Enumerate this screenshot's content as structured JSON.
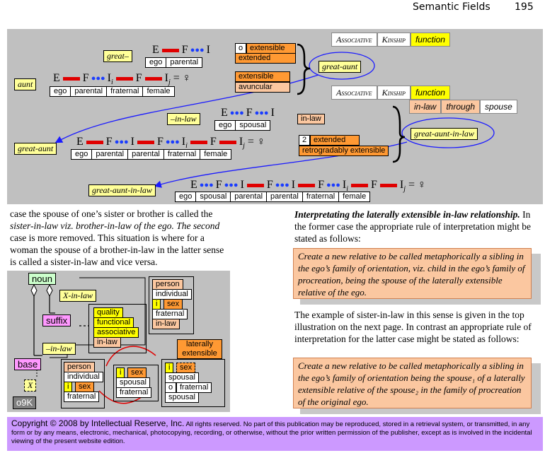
{
  "header": {
    "title": "Semantic Fields",
    "page": "195"
  },
  "diagram1": {
    "great_minus": "great–",
    "chain1": {
      "pre": "E",
      "mid": "F",
      "post": "I"
    },
    "chain1_roles": [
      "ego",
      "parental"
    ],
    "chain1_tags": {
      "o": "o",
      "extensible": "extensible",
      "extended": "extended"
    },
    "aunt": "aunt",
    "chain2": {
      "e": "E",
      "f": "F",
      "i": "I",
      "sub_i": "i",
      "f2": "F",
      "sub_j": "j",
      "eq": "= ♀"
    },
    "chain2_roles": [
      "ego",
      "parental",
      "fraternal",
      "female"
    ],
    "chain2_tags": {
      "extensible": "extensible",
      "avuncular": "avuncular"
    },
    "assoc1": [
      "Associative",
      "Kinship",
      "function"
    ],
    "great_aunt_oval": "great-aunt",
    "assoc2": [
      "Associative",
      "Kinship",
      "function"
    ],
    "inlaw_row": [
      "in-law",
      "through",
      "spouse"
    ],
    "in_law_label": "–in-law",
    "chain3_roles": [
      "ego",
      "spousal"
    ],
    "chain3_tag": "in-law",
    "great_aunt_label": "great-aunt",
    "chain4_roles": [
      "ego",
      "parental",
      "parental",
      "fraternal",
      "female"
    ],
    "chain4_tags": {
      "n": "2",
      "extended": "extended",
      "retro": "retrogradably extensible"
    },
    "gail_oval": "great-aunt-in-law",
    "gail_label": "great-aunt-in-law",
    "chain5_roles": [
      "ego",
      "spousal",
      "parental",
      "parental",
      "fraternal",
      "female"
    ]
  },
  "left_text": [
    "case the spouse of one’s sister or brother is called the",
    "sister-in-law viz. brother-in-law of the ego.  The second",
    "case is more removed.  This situation is where for a",
    "woman the spouse of a brother-in-law in the latter sense",
    "is called a sister-in-law and vice versa."
  ],
  "right": {
    "heading": "Interpretating the laterally extensible in-law relationship.",
    "heading_rest": "In the former case the appropriate rule of interpretation might be stated as follows:",
    "rule1": "Create a new relative to be called metaphorically a sibling in the ego’s family of orientation, viz. child in the ego’s family of procreation, being the spouse of the laterally extensible relative of the ego.",
    "middle": "The example of sister-in-law in this sense is given in the top illustration on the next page.  In contrast an appropriate rule of interpretation for the latter case might be stated as follows:",
    "rule2": "Create a new relative to be called metaphorically a sibling in the ego’s family of orientation being the spouse₁ of a laterally extensible relative of the spouse₂ in the family of procreation of the original ego."
  },
  "diagram2": {
    "noun": "noun",
    "x_in_law": "X-in-law",
    "suffix": "suffix",
    "in_law": "–in-law",
    "base": "base",
    "x": "X",
    "o9k": "o9K",
    "qualities": [
      "quality",
      "functional",
      "associative",
      "in-law"
    ],
    "person_box": [
      "person",
      "individual",
      "i",
      "sex",
      "fraternal",
      "in-law"
    ],
    "laterally": "laterally extensible",
    "base_box": [
      "person",
      "individual",
      "i",
      "sex",
      "fraternal"
    ],
    "mid_box": [
      "i",
      "sex",
      "spousal",
      "fraternal"
    ],
    "right_box": [
      "i",
      "sex",
      "spousal",
      "o",
      "fraternal",
      "spousal"
    ]
  },
  "footer": {
    "copyright": "Copyright © 2008 by Intellectual Reserve, Inc.",
    "rights": "All rights reserved.  No part of this publication may be reproduced, stored in a retrieval system, or transmitted, in any form or by any means, electronic, mechanical, photocopying, recording, or otherwise, without the prior written permission of the publisher, except as is involved in the incidental viewing of the present website edition."
  }
}
